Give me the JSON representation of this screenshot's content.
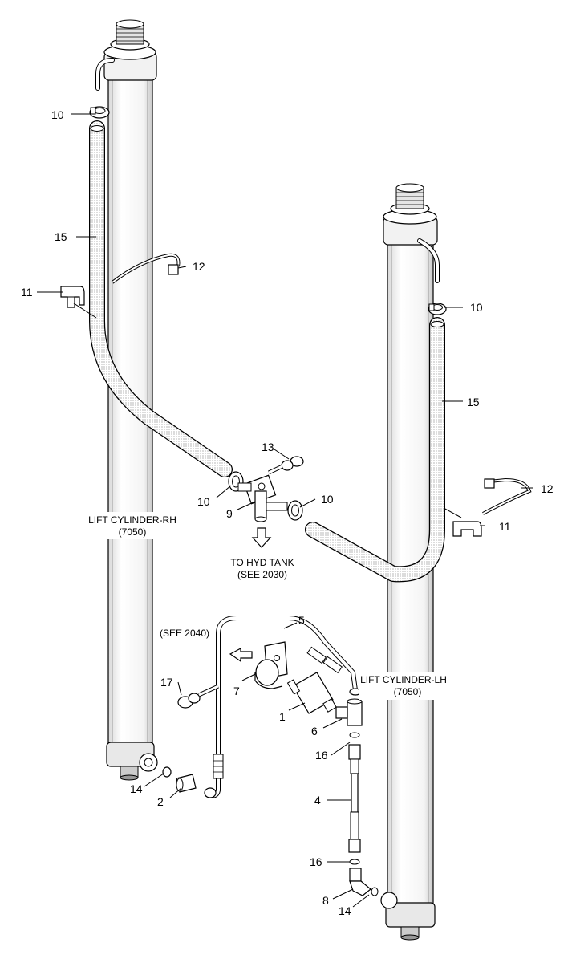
{
  "callouts": {
    "c1": "1",
    "c2": "2",
    "c4": "4",
    "c5": "5",
    "c6": "6",
    "c7": "7",
    "c8": "8",
    "c9": "9",
    "c10a": "10",
    "c10b": "10",
    "c10c": "10",
    "c10d": "10",
    "c11a": "11",
    "c11b": "11",
    "c12a": "12",
    "c12b": "12",
    "c13": "13",
    "c14a": "14",
    "c14b": "14",
    "c15a": "15",
    "c15b": "15",
    "c16a": "16",
    "c16b": "16",
    "c17": "17"
  },
  "annotations": {
    "rh_name": "LIFT CYLINDER-RH",
    "rh_ref": "(7050)",
    "lh_name": "LIFT CYLINDER-LH",
    "lh_ref": "(7050)",
    "tank_1": "TO HYD TANK",
    "tank_2": "(SEE 2030)",
    "see_2040": "(SEE 2040)"
  }
}
